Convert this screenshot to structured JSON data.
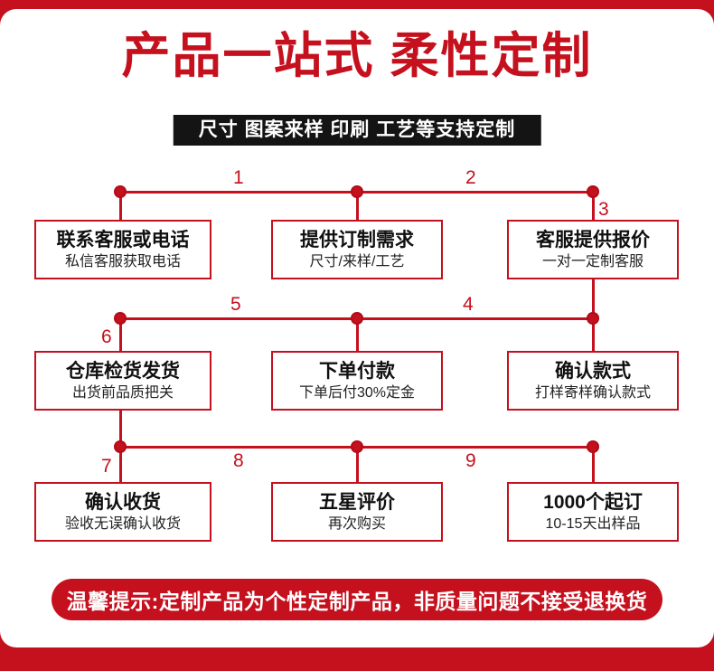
{
  "colors": {
    "accent_red": "#c5101e",
    "bar_black": "#141414",
    "card_white": "#ffffff"
  },
  "header": {
    "title": "产品一站式 柔性定制",
    "capability_bar": "尺寸 图案来样 印刷 工艺等支持定制"
  },
  "flow": {
    "step_numbers": [
      "1",
      "2",
      "3",
      "4",
      "5",
      "6",
      "7",
      "8",
      "9"
    ],
    "boxes": [
      {
        "title": "联系客服或电话",
        "subtitle": "私信客服获取电话"
      },
      {
        "title": "提供订制需求",
        "subtitle": "尺寸/来样/工艺"
      },
      {
        "title": "客服提供报价",
        "subtitle": "一对一定制客服"
      },
      {
        "title": "仓库检货发货",
        "subtitle": "出货前品质把关"
      },
      {
        "title": "下单付款",
        "subtitle": "下单后付30%定金"
      },
      {
        "title": "确认款式",
        "subtitle": "打样寄样确认款式"
      },
      {
        "title": "确认收货",
        "subtitle": "验收无误确认收货"
      },
      {
        "title": "五星评价",
        "subtitle": "再次购买"
      },
      {
        "title": "1000个起订",
        "subtitle": "10-15天出样品"
      }
    ]
  },
  "footer": {
    "notice": "温馨提示:定制产品为个性定制产品，非质量问题不接受退换货"
  }
}
